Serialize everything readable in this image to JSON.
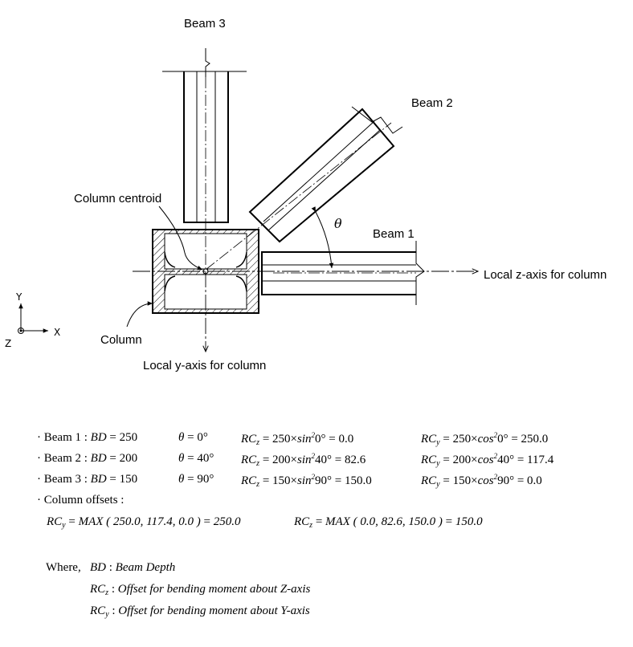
{
  "diagram": {
    "labels": {
      "beam3": "Beam 3",
      "beam2": "Beam 2",
      "beam1": "Beam 1",
      "column_centroid": "Column centroid",
      "column": "Column",
      "local_z_axis": "Local z-axis for column",
      "local_y_axis": "Local  y-axis for column",
      "theta": "θ"
    },
    "global_axes": {
      "y": "Y",
      "x": "X",
      "z": "Z"
    }
  },
  "formulas": {
    "bullet": "·",
    "beams": [
      {
        "name": "Beam 1",
        "bd_label": "BD",
        "bd_value": "250",
        "theta_label": "θ",
        "theta_value": "0°",
        "rcz_prefix": "250×",
        "rcz_fn": "sin",
        "rcz_power": "2",
        "rcz_angle": "0°",
        "rcz_result": "0.0",
        "rcy_prefix": "250×",
        "rcy_fn": "cos",
        "rcy_power": "2",
        "rcy_angle": "0°",
        "rcy_result": "250.0"
      },
      {
        "name": "Beam 2",
        "bd_label": "BD",
        "bd_value": "200",
        "theta_label": "θ",
        "theta_value": "40°",
        "rcz_prefix": "200×",
        "rcz_fn": "sin",
        "rcz_power": "2",
        "rcz_angle": "40°",
        "rcz_result": "82.6",
        "rcy_prefix": "200×",
        "rcy_fn": "cos",
        "rcy_power": "2",
        "rcy_angle": "40°",
        "rcy_result": "117.4"
      },
      {
        "name": "Beam 3",
        "bd_label": "BD",
        "bd_value": "150",
        "theta_label": "θ",
        "theta_value": "90°",
        "rcz_prefix": "150×",
        "rcz_fn": "sin",
        "rcz_power": "2",
        "rcz_angle": "90°",
        "rcz_result": "150.0",
        "rcy_prefix": "150×",
        "rcy_fn": "cos",
        "rcy_power": "2",
        "rcy_angle": "90°",
        "rcy_result": "0.0"
      }
    ],
    "rc_symbol": "RC",
    "sub_z": "z",
    "sub_y": "y",
    "column_offsets_label": "Column offsets :",
    "rcy_max": "MAX ( 250.0, 117.4, 0.0 )",
    "rcy_max_result": "250.0",
    "rcz_max": "MAX ( 0.0, 82.6, 150.0 )",
    "rcz_max_result": "150.0",
    "where_label": "Where,",
    "defs": {
      "bd": "BD",
      "bd_desc": "Beam Depth",
      "rcz_desc": "Offset for bending moment about Z-axis",
      "rcy_desc": "Offset for bending moment about Y-axis"
    }
  }
}
